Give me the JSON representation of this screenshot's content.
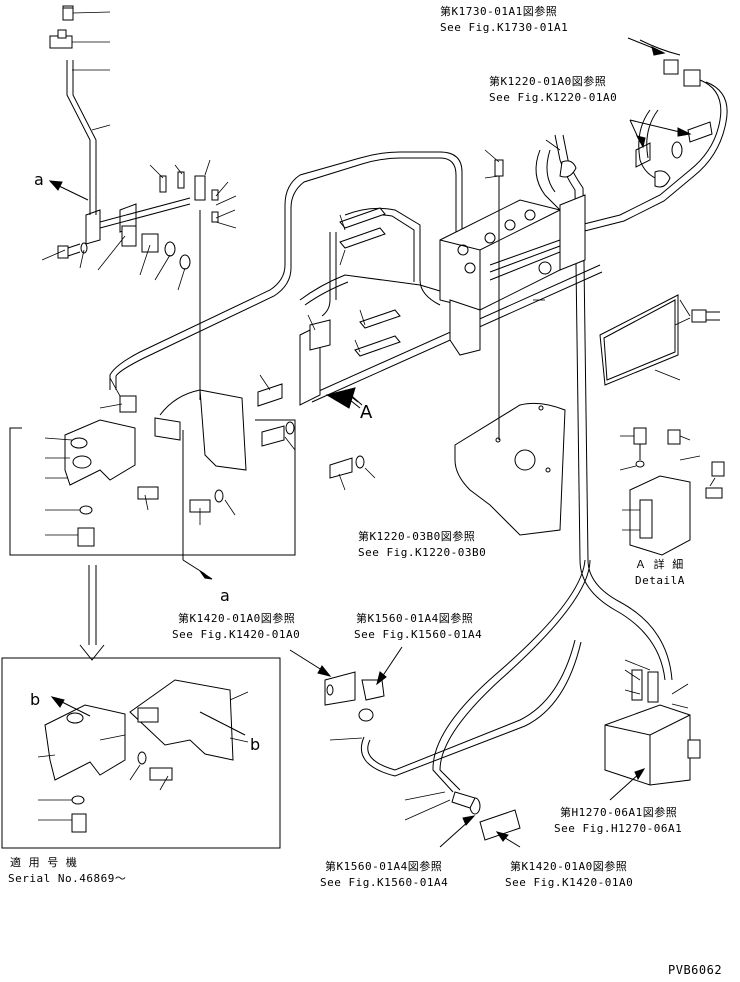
{
  "refs": {
    "k1730": {
      "jp": "第K1730-01A1図参照",
      "en": "See Fig.K1730-01A1"
    },
    "k1220a": {
      "jp": "第K1220-01A0図参照",
      "en": "See Fig.K1220-01A0"
    },
    "k1220b": {
      "jp": "第K1220-03B0図参照",
      "en": "See Fig.K1220-03B0"
    },
    "k1420top": {
      "jp": "第K1420-01A0図参照",
      "en": "See Fig.K1420-01A0"
    },
    "k1560top": {
      "jp": "第K1560-01A4図参照",
      "en": "See Fig.K1560-01A4"
    },
    "h1270": {
      "jp": "第H1270-06A1図参照",
      "en": "See Fig.H1270-06A1"
    },
    "k1560bot": {
      "jp": "第K1560-01A4図参照",
      "en": "See Fig.K1560-01A4"
    },
    "k1420bot": {
      "jp": "第K1420-01A0図参照",
      "en": "See Fig.K1420-01A0"
    }
  },
  "detail": {
    "jp": "Ａ 詳 細",
    "en": "DetailA"
  },
  "callouts": {
    "a_top": "a",
    "a_bottom": "a",
    "A": "A",
    "b_left": "b",
    "b_right": "b"
  },
  "serial": {
    "jp": "適 用 号 機",
    "en": "Serial No.46869～"
  },
  "drawing_id": "PVB6062"
}
